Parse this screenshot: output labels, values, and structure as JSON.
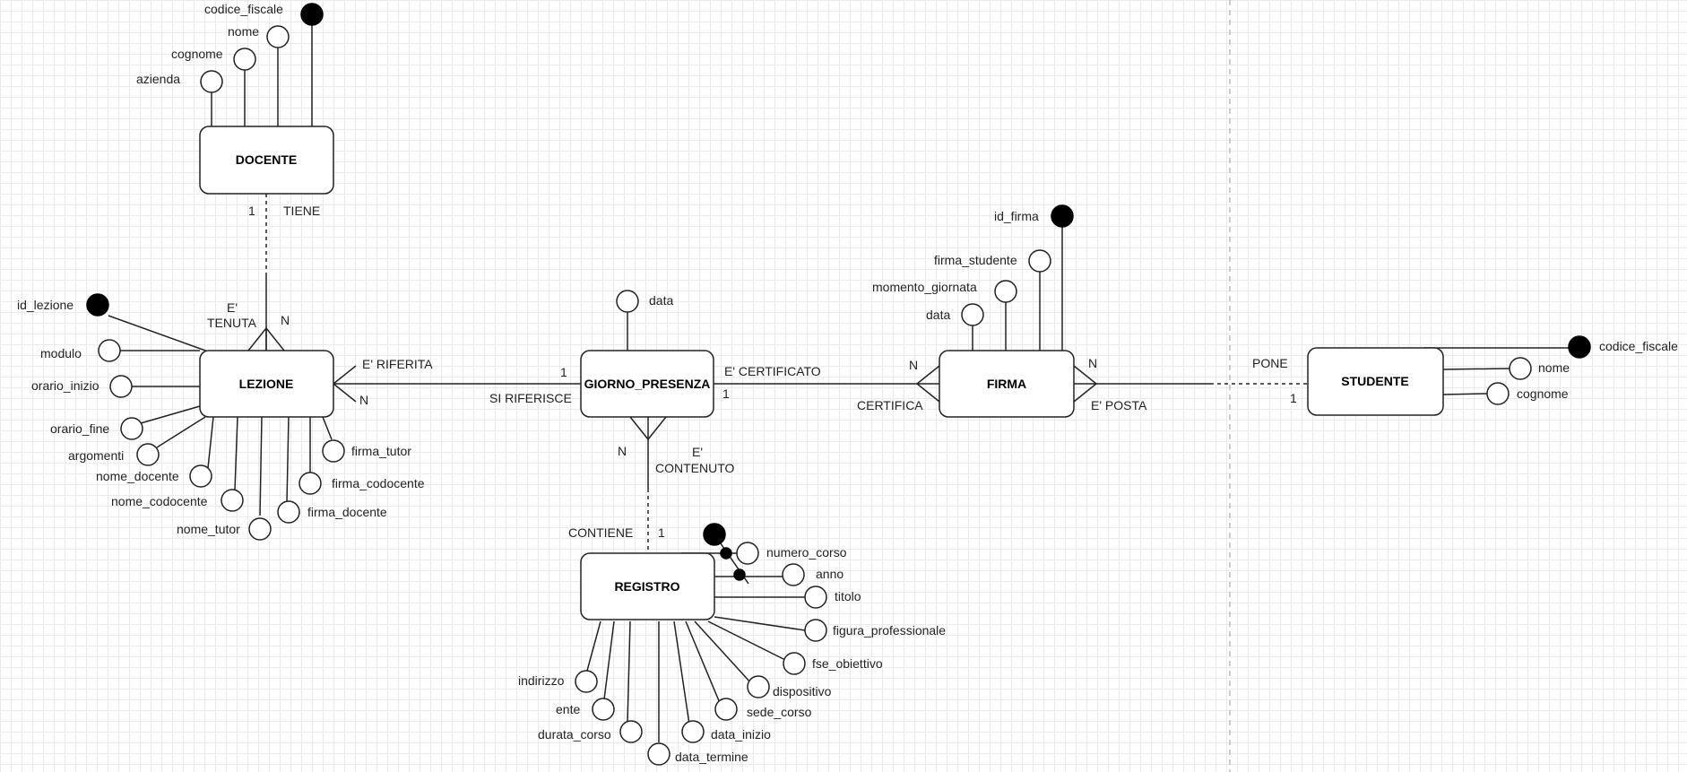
{
  "entities": {
    "docente": "DOCENTE",
    "lezione": "LEZIONE",
    "giorno_presenza": "GIORNO_PRESENZA",
    "firma": "FIRMA",
    "studente": "STUDENTE",
    "registro": "REGISTRO"
  },
  "attributes": {
    "docente": [
      "codice_fiscale",
      "nome",
      "cognome",
      "azienda"
    ],
    "lezione": [
      "id_lezione",
      "modulo",
      "orario_inizio",
      "orario_fine",
      "argomenti",
      "nome_docente",
      "nome_codocente",
      "nome_tutor",
      "firma_docente",
      "firma_codocente",
      "firma_tutor"
    ],
    "giorno_presenza": [
      "data"
    ],
    "firma": [
      "id_firma",
      "firma_studente",
      "momento_giornata",
      "data"
    ],
    "studente": [
      "codice_fiscale",
      "nome",
      "cognome"
    ],
    "registro": [
      "numero_corso",
      "anno",
      "titolo",
      "figura_professionale",
      "fse_obiettivo",
      "dispositivo",
      "sede_corso",
      "data_inizio",
      "data_termine",
      "durata_corso",
      "ente",
      "indirizzo"
    ]
  },
  "relationships": {
    "docente_lezione": {
      "label_top": "TIENE",
      "label_bottom_1": "E'",
      "label_bottom_2": "TENUTA",
      "card_top": "1",
      "card_bottom": "N"
    },
    "lezione_giorno": {
      "label_left": "E' RIFERITA",
      "label_right": "SI RIFERISCE",
      "card_left": "N",
      "card_right": "1"
    },
    "giorno_firma": {
      "label_left": "E' CERTIFICATO",
      "label_right": "CERTIFICA",
      "card_left": "1",
      "card_right": "N"
    },
    "firma_studente": {
      "label_left": "E' POSTA",
      "label_right": "PONE",
      "card_left": "N",
      "card_right": "1"
    },
    "giorno_registro": {
      "label_top_1": "E'",
      "label_top_2": "CONTENUTO",
      "label_bottom": "CONTIENE",
      "card_top": "N",
      "card_bottom": "1"
    }
  }
}
